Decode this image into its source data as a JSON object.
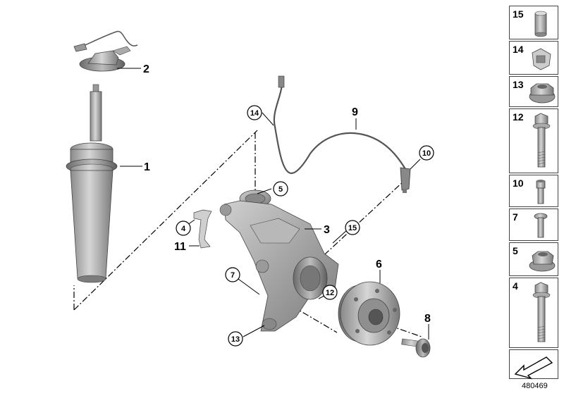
{
  "callouts": {
    "strut": "1",
    "mount": "2",
    "knuckle": "3",
    "clip_circle": "4",
    "nut_circle": "5",
    "hub": "6",
    "bolt_circle": "7",
    "hub_bolt": "8",
    "sensor": "9",
    "screw_circle": "10",
    "bracket": "11",
    "bolt12_circle": "12",
    "nut13_circle": "13",
    "clamp_circle": "14",
    "sleeve_circle": "15"
  },
  "sidebar": [
    {
      "num": "15",
      "icon": "sleeve-icon"
    },
    {
      "num": "14",
      "icon": "clamp-icon"
    },
    {
      "num": "13",
      "icon": "collar-nut-icon"
    },
    {
      "num": "12",
      "icon": "hex-bolt-long-icon"
    },
    {
      "num": "10",
      "icon": "socket-screw-icon"
    },
    {
      "num": "7",
      "icon": "torx-bolt-icon"
    },
    {
      "num": "5",
      "icon": "flange-nut-icon"
    },
    {
      "num": "4",
      "icon": "hex-bolt-icon"
    }
  ],
  "doc_number": "480469"
}
